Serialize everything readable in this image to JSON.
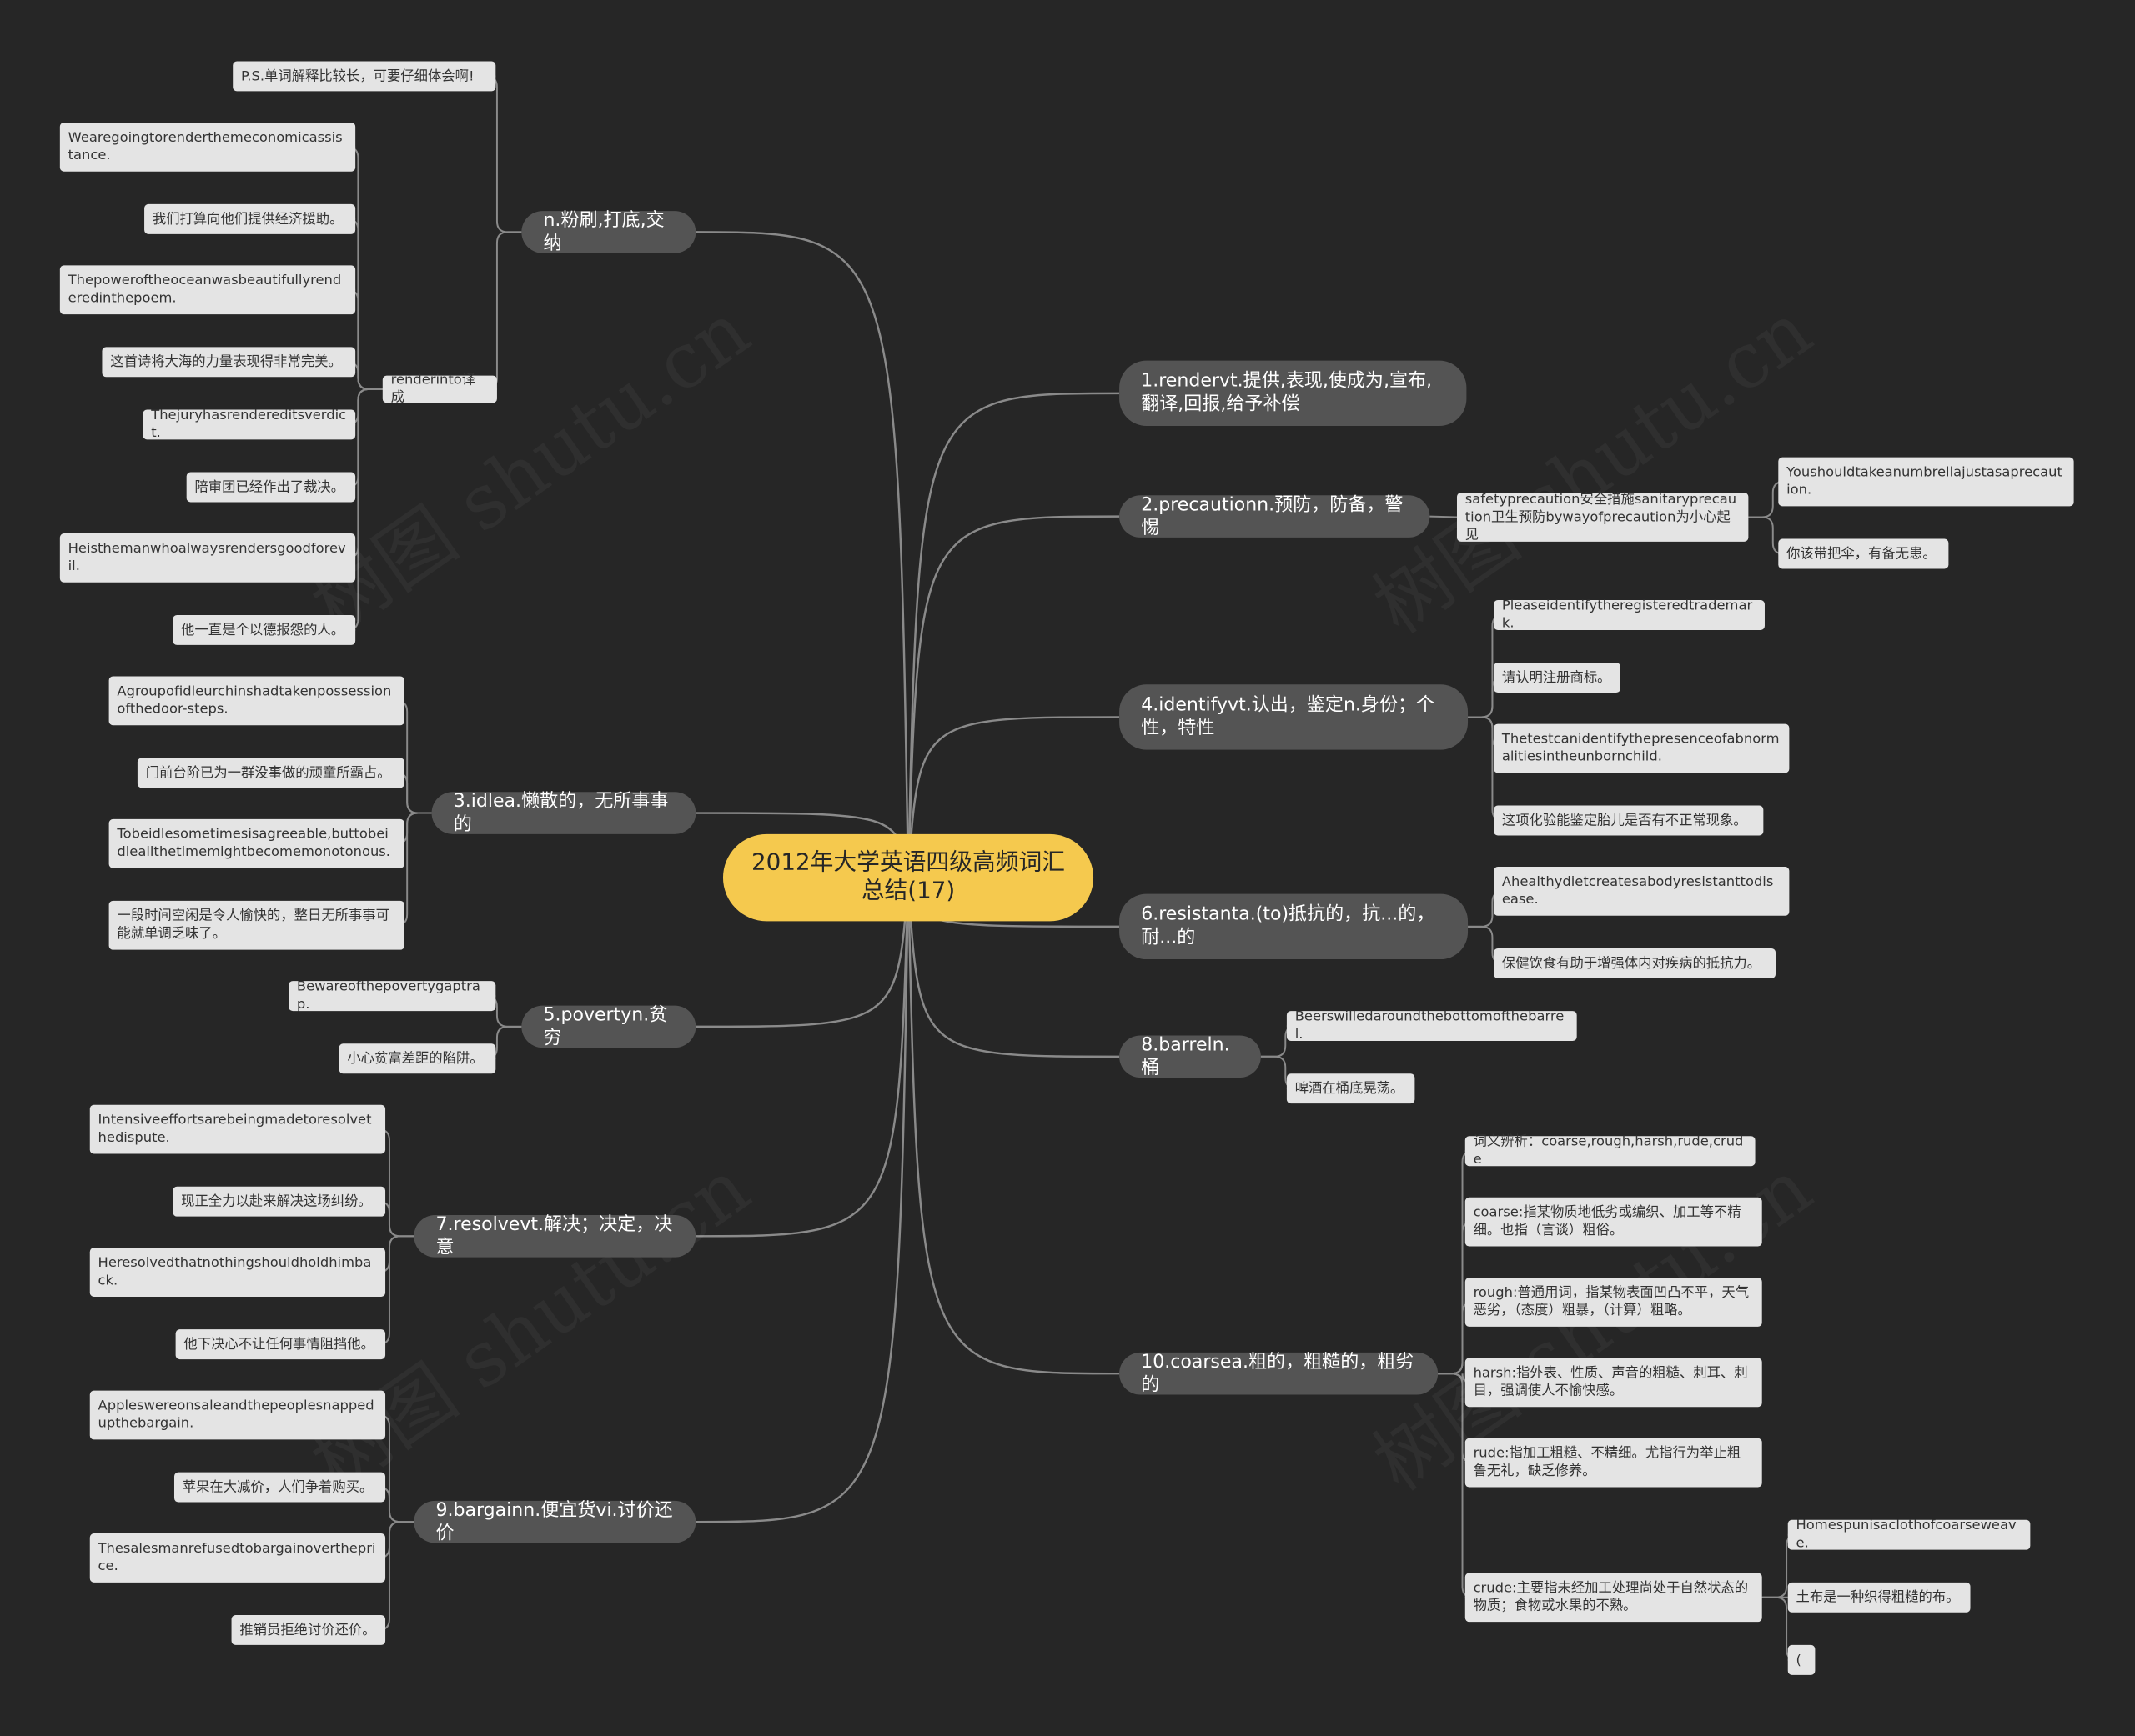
{
  "root": {
    "title": "2012年大学英语四级高频词汇总结(17)"
  },
  "branches": {
    "render": "1.rendervt.提供,表现,使成为,宣布,翻译,回报,给予补偿",
    "render_n": "n.粉刷,打底,交纳",
    "render_into": "renderinto译成",
    "precaution": "2.precautionn.预防，防备，警惕",
    "precaution_sub": "safetyprecaution安全措施sanitaryprecaution卫生预防bywayofprecaution为小心起见",
    "idle": "3.idlea.懒散的，无所事事的",
    "identify": "4.identifyvt.认出，鉴定n.身份；个性，特性",
    "poverty": "5.povertyn.贫穷",
    "resistant": "6.resistanta.(to)抵抗的，抗...的，耐...的",
    "resolve": "7.resolvevt.解决；决定，决意",
    "barrel": "8.barreln.桶",
    "bargain": "9.bargainn.便宜货vi.讨价还价",
    "coarse": "10.coarsea.粗的，粗糙的，粗劣的",
    "crude": "crude:主要指未经加工处理尚处于自然状态的物质；食物或水果的不熟。"
  },
  "leaves": {
    "ps": "P.S.单词解释比较长，可要仔细体会啊!",
    "render_1": "Wearegoingtorenderthemeconomicassistance.",
    "render_2": "我们打算向他们提供经济援助。",
    "render_3": "Thepoweroftheoceanwasbeautifullyrenderedinthepoem.",
    "render_4": "这首诗将大海的力量表现得非常完美。",
    "render_5": "Thejuryhasrendereditsverdict.",
    "render_6": "陪审团已经作出了裁决。",
    "render_7": "Heisthemanwhoalwaysrendersgoodforevil.",
    "render_8": "他一直是个以德报怨的人。",
    "precaution_1": "Youshouldtakeanumbrellajustasaprecaution.",
    "precaution_2": "你该带把伞，有备无患。",
    "identify_1": "Pleaseidentifytheregisteredtrademark.",
    "identify_2": "请认明注册商标。",
    "identify_3": "Thetestcanidentifythepresenceofabnormalitiesintheunbornchild.",
    "identify_4": "这项化验能鉴定胎儿是否有不正常现象。",
    "idle_1": "Agroupofidleurchinshadtakenpossessionofthedoor-steps.",
    "idle_2": "门前台阶已为一群没事做的顽童所霸占。",
    "idle_3": "Tobeidlesometimesisagreeable,buttobeidleallthetimemightbecomemonotonous.",
    "idle_4": "一段时间空闲是令人愉快的，整日无所事事可能就单调乏味了。",
    "resistant_1": "Ahealthydietcreatesabodyresistanttodisease.",
    "resistant_2": "保健饮食有助于增强体内对疾病的抵抗力。",
    "poverty_1": "Bewareofthepovertygaptrap.",
    "poverty_2": "小心贫富差距的陷阱。",
    "barrel_1": "Beerswilledaroundthebottomofthebarrel.",
    "barrel_2": "啤酒在桶底晃荡。",
    "resolve_1": "Intensiveeffortsarebeingmadetoresolvethedispute.",
    "resolve_2": "现正全力以赴来解决这场纠纷。",
    "resolve_3": "Heresolvedthatnothingshouldholdhimback.",
    "resolve_4": "他下决心不让任何事情阻挡他。",
    "coarse_1": "词义辨析：coarse,rough,harsh,rude,crude",
    "coarse_2": "coarse:指某物质地低劣或编织、加工等不精细。也指（言谈）粗俗。",
    "coarse_3": "rough:普通用词，指某物表面凹凸不平，天气恶劣，（态度）粗暴，（计算）粗略。",
    "coarse_4": "harsh:指外表、性质、声音的粗糙、刺耳、刺目，强调使人不愉快感。",
    "coarse_5": "rude:指加工粗糙、不精细。尤指行为举止粗鲁无礼，缺乏修养。",
    "crude_1": "Homespunisaclothofcoarseweave.",
    "crude_2": "土布是一种织得粗糙的布。",
    "crude_3": "(",
    "bargain_1": "Appleswereonsaleandthepeoplesnappedupthebargain.",
    "bargain_2": "苹果在大减价，人们争着购买。",
    "bargain_3": "Thesalesmanrefusedtobargainovertheprice.",
    "bargain_4": "推销员拒绝讨价还价。"
  },
  "watermark": "树图 shutu.cn",
  "colors": {
    "background": "#262626",
    "root": "#f5c94e",
    "branch": "#545454",
    "leaf": "#e4e4e4",
    "line": "#8a8a8a"
  }
}
